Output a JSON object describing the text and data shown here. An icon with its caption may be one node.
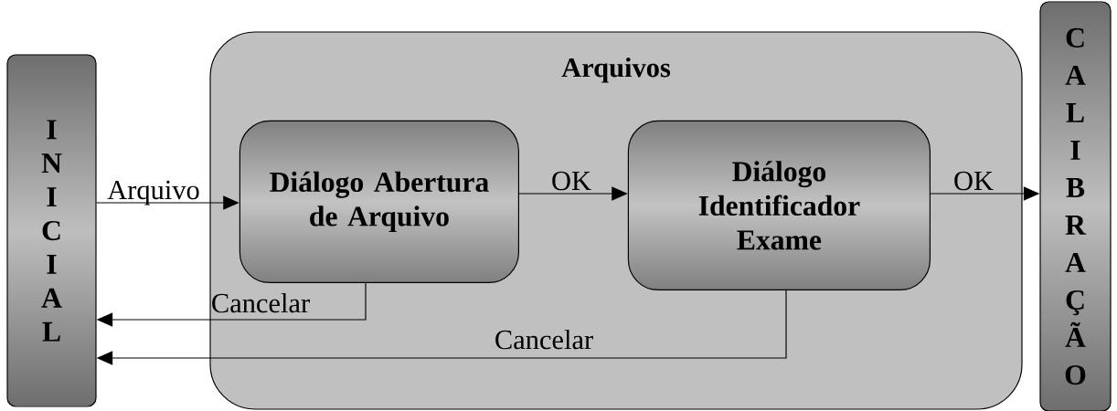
{
  "diagram": {
    "nodes": [
      {
        "text": [
          "INICIAL"
        ]
      },
      {
        "text": [
          "Arquivos"
        ]
      },
      {
        "text": [
          "Diálogo Abertura de Arquivo"
        ],
        "in": 1
      },
      {
        "text": [
          "Diálogo Identificador Exame"
        ],
        "in": 1
      },
      {
        "text": [
          "CALIBRAÇÃO"
        ]
      }
    ],
    "edges": [
      {
        "from": 0,
        "to": 2,
        "arrow": "to",
        "label": "Arquivo"
      },
      {
        "from": 2,
        "to": 3,
        "arrow": "to",
        "label": "OK"
      },
      {
        "from": 3,
        "to": 4,
        "arrow": "to",
        "label": "OK"
      },
      {
        "from": 2,
        "to": 0,
        "arrow": "to",
        "label": "Cancelar"
      },
      {
        "from": 3,
        "to": 0,
        "arrow": "to",
        "label": "Cancelar"
      }
    ]
  }
}
